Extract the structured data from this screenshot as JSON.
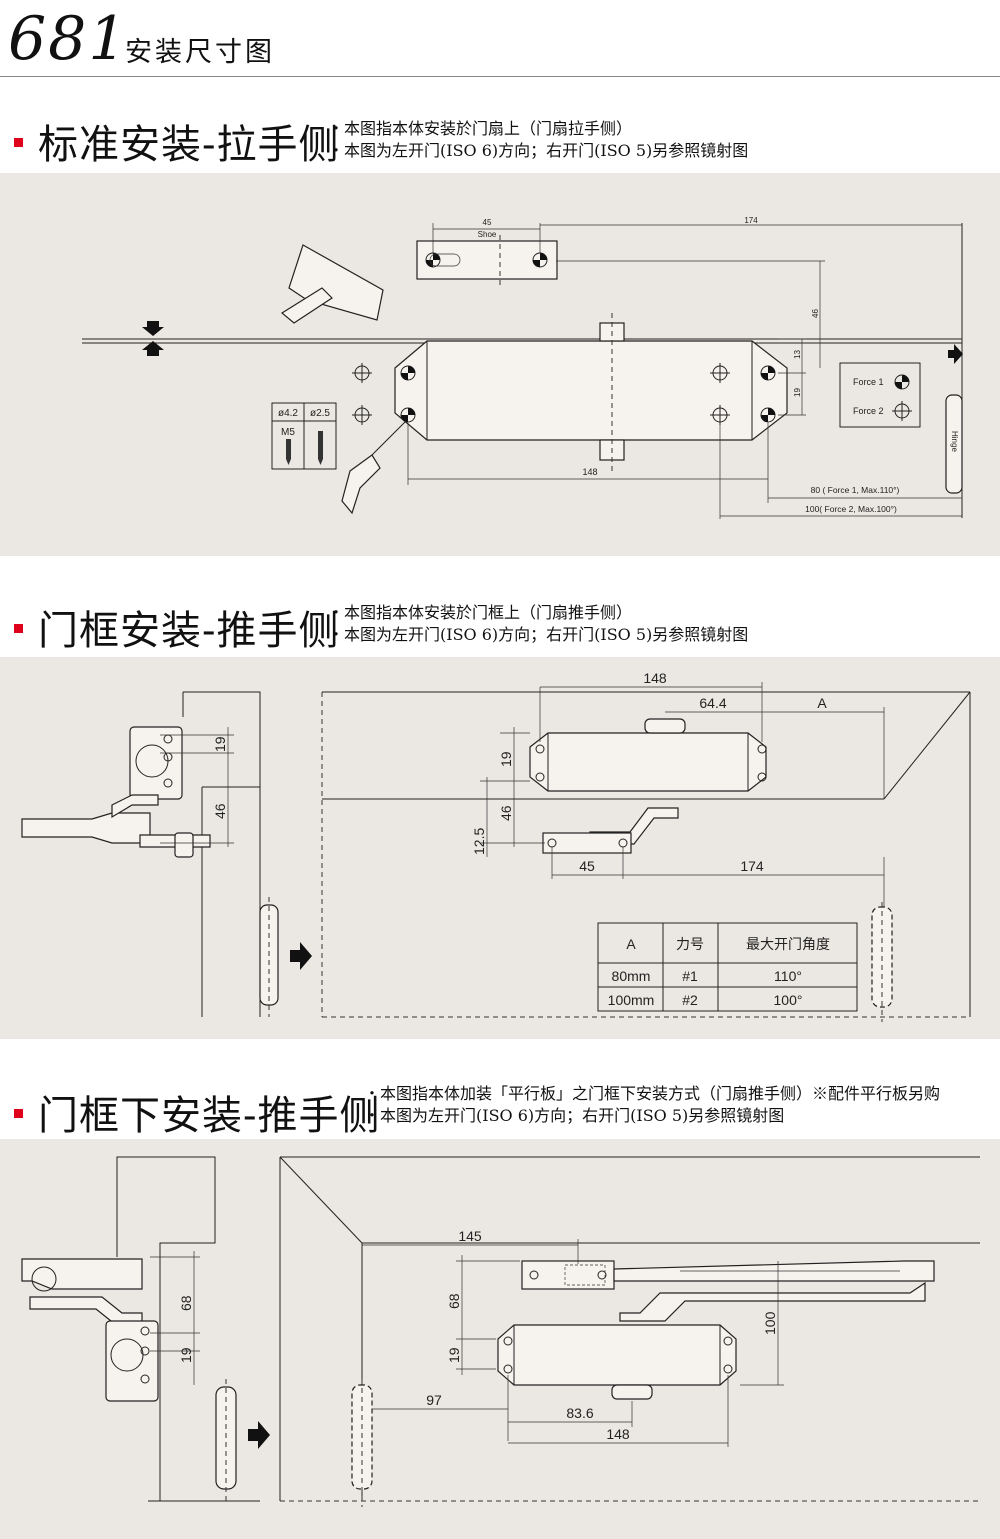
{
  "header": {
    "model": "681",
    "title": "安装尺寸图"
  },
  "sections": [
    {
      "title": "标准安装-拉手侧",
      "notes": [
        "・本图指本体安装於门扇上（门扇拉手侧）",
        "・本图为左开门(ISO 6)方向；右开门(ISO 5)另参照镜射图"
      ],
      "dims": {
        "d45": "45",
        "shoe": "Shoe",
        "d174": "174",
        "d46": "46",
        "d13": "13",
        "d19": "19",
        "d148": "148",
        "d80": "80 ( Force 1, Max.110°)",
        "d100": "100( Force 2, Max.100°)",
        "force1": "Force 1",
        "force2": "Force 2",
        "hinge": "Hinge",
        "screw1": "ø4.2",
        "screw2": "ø2.5",
        "screw3": "M5"
      }
    },
    {
      "title": "门框安装-推手侧",
      "notes": [
        "・本图指本体安装於门框上（门扇推手侧）",
        "・本图为左开门(ISO 6)方向；右开门(ISO 5)另参照镜射图"
      ],
      "dims": {
        "d148": "148",
        "d64": "64.4",
        "dA": "A",
        "d19a": "19",
        "d46a": "46",
        "d19": "19",
        "d46": "46",
        "d125": "12.5",
        "d45": "45",
        "d174": "174"
      },
      "table": {
        "headers": [
          "A",
          "力号",
          "最大开门角度"
        ],
        "rows": [
          [
            "80mm",
            "#1",
            "110°"
          ],
          [
            "100mm",
            "#2",
            "100°"
          ]
        ]
      }
    },
    {
      "title": "门框下安装-推手侧",
      "notes": [
        "・本图指本体加装「平行板」之门框下安装方式（门扇推手侧）※配件平行板另购",
        "・本图为左开门(ISO 6)方向；右开门(ISO 5)另参照镜射图"
      ],
      "dims": {
        "d68a": "68",
        "d19a": "19",
        "d145": "145",
        "d68": "68",
        "d19": "19",
        "d100": "100",
        "d97": "97",
        "d836": "83.6",
        "d148": "148"
      }
    }
  ],
  "colors": {
    "accent": "#e0001b",
    "panel": "#ebe8e3",
    "line": "#222222"
  }
}
